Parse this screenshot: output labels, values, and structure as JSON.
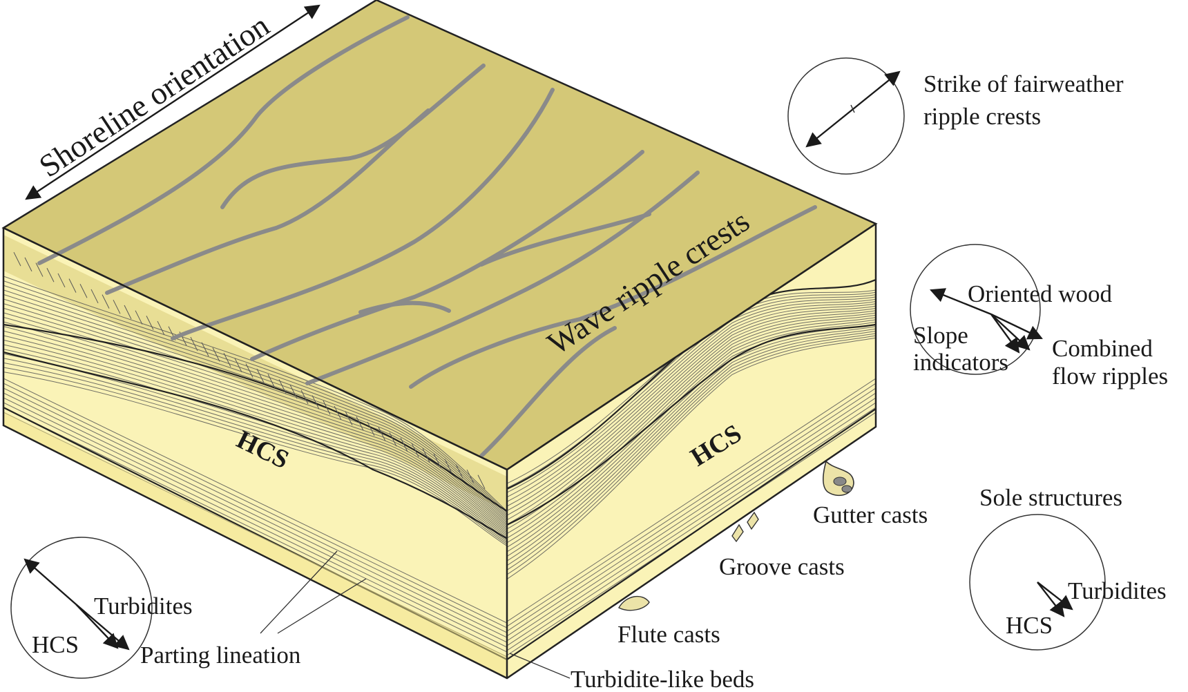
{
  "labels": {
    "shoreline_orientation": "Shoreline orientation",
    "wave_ripple_crests": "Wave ripple crests",
    "hcs_front": "HCS",
    "hcs_side": "HCS",
    "fairweather_line1": "Strike of fairweather",
    "fairweather_line2": "ripple crests",
    "oriented_wood": "Oriented wood",
    "slope_line1": "Slope",
    "slope_line2": "indicators",
    "combined_line1": "Combined",
    "combined_line2": "flow ripples",
    "sole_structures": "Sole structures",
    "turbidites_right": "Turbidites",
    "hcs_right": "HCS",
    "turbidites_left": "Turbidites",
    "hcs_left": "HCS",
    "parting_lineation": "Parting lineation",
    "gutter_casts": "Gutter casts",
    "groove_casts": "Groove casts",
    "flute_casts": "Flute casts",
    "turbidite_like_beds": "Turbidite-like beds"
  },
  "colors": {
    "top_surface": "#d4c877",
    "sandstone": "#faf3b7",
    "sandstone_shade": "#f6eb9c",
    "basal_beds": "#f2e38a",
    "ripple_crest": "#8a8a8a",
    "cross_beds": "#d8cc7a",
    "casts": "#ece3a8"
  },
  "icons": [
    "double-headed-arrow-icon",
    "rose-diagram-icon",
    "sole-mark-cast-icon"
  ]
}
